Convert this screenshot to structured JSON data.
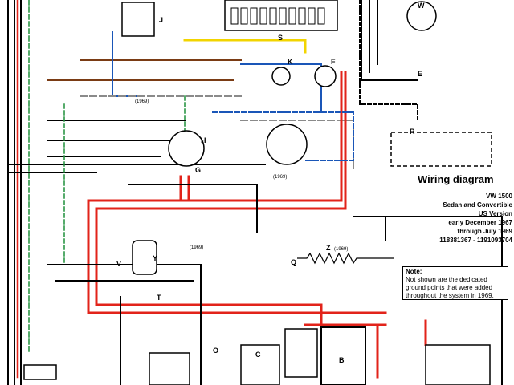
{
  "title": "Wiring diagram",
  "subtitle_lines": [
    "VW 1500",
    "Sedan and Convertible",
    "US Version",
    "early December 1967",
    "through July 1969",
    "118381367 - 1191093704"
  ],
  "note": {
    "heading": "Note:",
    "text": "Not shown are the dedicated ground points that were added throughout the system in 1969."
  },
  "component_labels": [
    "J",
    "S",
    "F",
    "W",
    "E",
    "G",
    "H",
    "K",
    "R",
    "V",
    "Y",
    "T",
    "Z",
    "B",
    "C",
    "O",
    "Q"
  ],
  "year_tags": [
    "(1969)",
    "(1969)",
    "(1969)",
    "(1969)"
  ],
  "wire_colors": {
    "red": "#e2231a",
    "black": "#000000",
    "brown": "#7a3b14",
    "green": "#1e8f3a",
    "blue": "#1a56b8",
    "yellow": "#f2d400",
    "grey": "#8a8a8a",
    "white_trace": "#ffffff"
  }
}
